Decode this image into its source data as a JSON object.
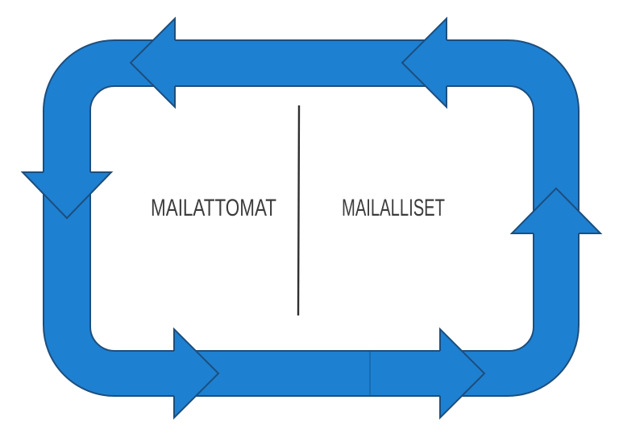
{
  "diagram": {
    "type": "cycle-diagram",
    "cycle_direction": "counterclockwise",
    "zones": {
      "left_label": "MAILATTOMAT",
      "right_label": "MAILALLISET"
    },
    "arrows": [
      {
        "id": "top-left-arrow",
        "direction": "left"
      },
      {
        "id": "top-right-arrow",
        "direction": "left"
      },
      {
        "id": "left-side-arrow",
        "direction": "down"
      },
      {
        "id": "bottom-left-arrow",
        "direction": "right"
      },
      {
        "id": "bottom-right-arrow",
        "direction": "right"
      },
      {
        "id": "right-side-arrow",
        "direction": "up"
      }
    ]
  },
  "colors": {
    "arrow_fill": "#1e80d1",
    "arrow_outline": "#1c4e7d",
    "divider": "#2f2f2f",
    "label_text": "#3c3c3c",
    "background": "#ffffff"
  }
}
